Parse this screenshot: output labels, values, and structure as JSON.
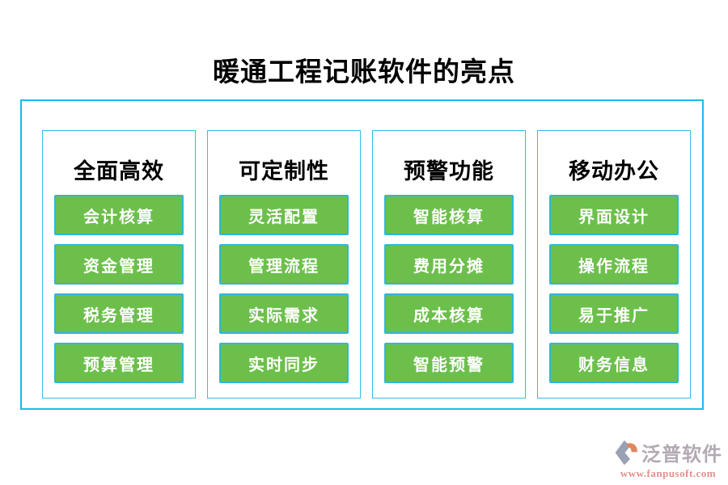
{
  "title": "暖通工程记账软件的亮点",
  "panel": {
    "columns": [
      {
        "header": "全面高效",
        "items": [
          "会计核算",
          "资金管理",
          "税务管理",
          "预算管理"
        ]
      },
      {
        "header": "可定制性",
        "items": [
          "灵活配置",
          "管理流程",
          "实际需求",
          "实时同步"
        ]
      },
      {
        "header": "预警功能",
        "items": [
          "智能核算",
          "费用分摊",
          "成本核算",
          "智能预警"
        ]
      },
      {
        "header": "移动办公",
        "items": [
          "界面设计",
          "操作流程",
          "易于推广",
          "财务信息"
        ]
      }
    ]
  },
  "watermark": {
    "brand": "泛普软件",
    "url": "www.fanpusoft.com",
    "logo_icon": "fanpu-diamond-icon"
  },
  "colors": {
    "accent_cyan": "#18bceb",
    "button_border_cyan": "#2fb6d9",
    "button_green": "#6cbf4b",
    "button_text": "#ffffff",
    "title_text": "#000000",
    "watermark_brand": "#b3a9b4",
    "watermark_url": "#e2908c",
    "logo_gray": "#99a1b3",
    "logo_orange": "#e0875f"
  }
}
